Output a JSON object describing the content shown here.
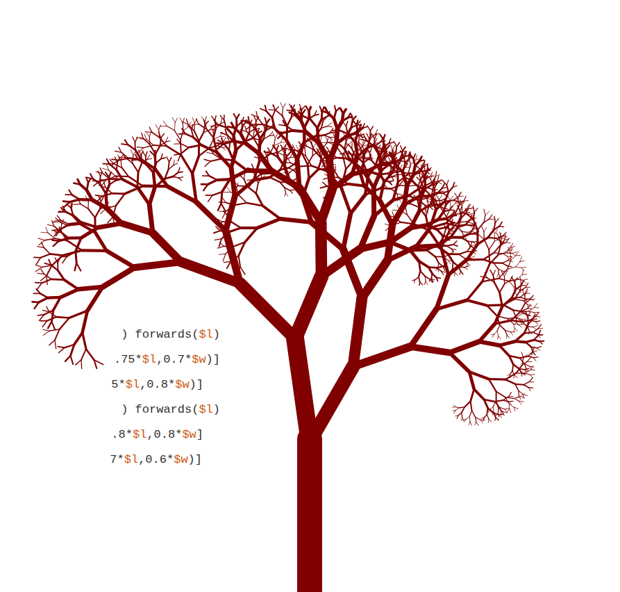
{
  "diagram": {
    "labels": [
      ") forwards($l)",
      ".75*$l,0.7*$w)]",
      "5*$l,0.8*$w)]",
      ") forwards($l)",
      ".8*$l,0.8*$w]",
      "7*$l,0.6*$w)]"
    ]
  }
}
